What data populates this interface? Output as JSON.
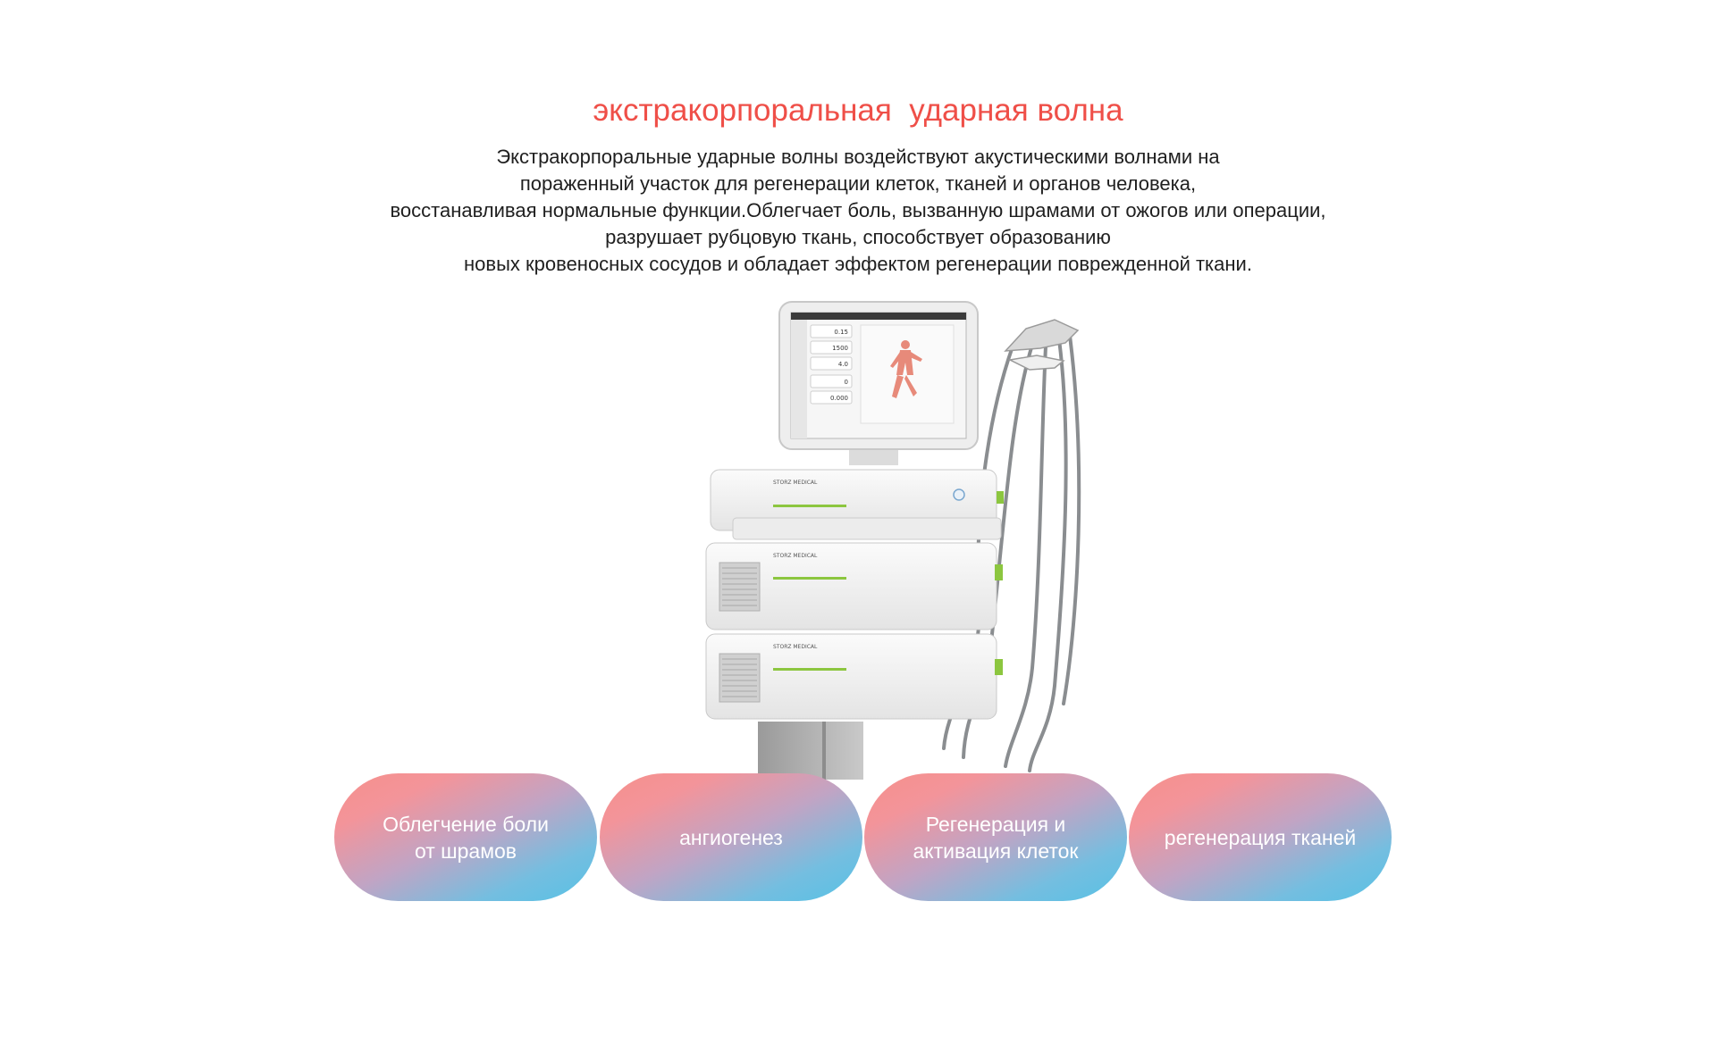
{
  "title": "экстракорпоральная  ударная волна",
  "description": [
    "Экстракорпоральные ударные волны воздействуют акустическими волнами на",
    "пораженный участок для регенерации клеток, тканей и органов человека,",
    "восстанавливая нормальные функции.Облегчает боль, вызванную шрамами от ожогов или операции,",
    "разрушает рубцовую ткань, способствует образованию",
    "новых кровеносных сосудов и обладает эффектом регенерации поврежденной ткани."
  ],
  "device": {
    "brand": "STORZ MEDICAL",
    "screen_values": [
      "0.15",
      "1500",
      "4.0",
      "0",
      "0.000"
    ]
  },
  "benefits": [
    {
      "lines": [
        "Облегчение боли",
        "от шрамов"
      ]
    },
    {
      "lines": [
        "ангиогенез"
      ]
    },
    {
      "lines": [
        "Регенерация и",
        "активация клеток"
      ]
    },
    {
      "lines": [
        "регенерация тканей"
      ]
    }
  ],
  "colors": {
    "title": "#ef4f48",
    "pill_gradient_start": "#f6908b",
    "pill_gradient_end": "#57c1e5",
    "device_accent": "#8cc63f"
  }
}
